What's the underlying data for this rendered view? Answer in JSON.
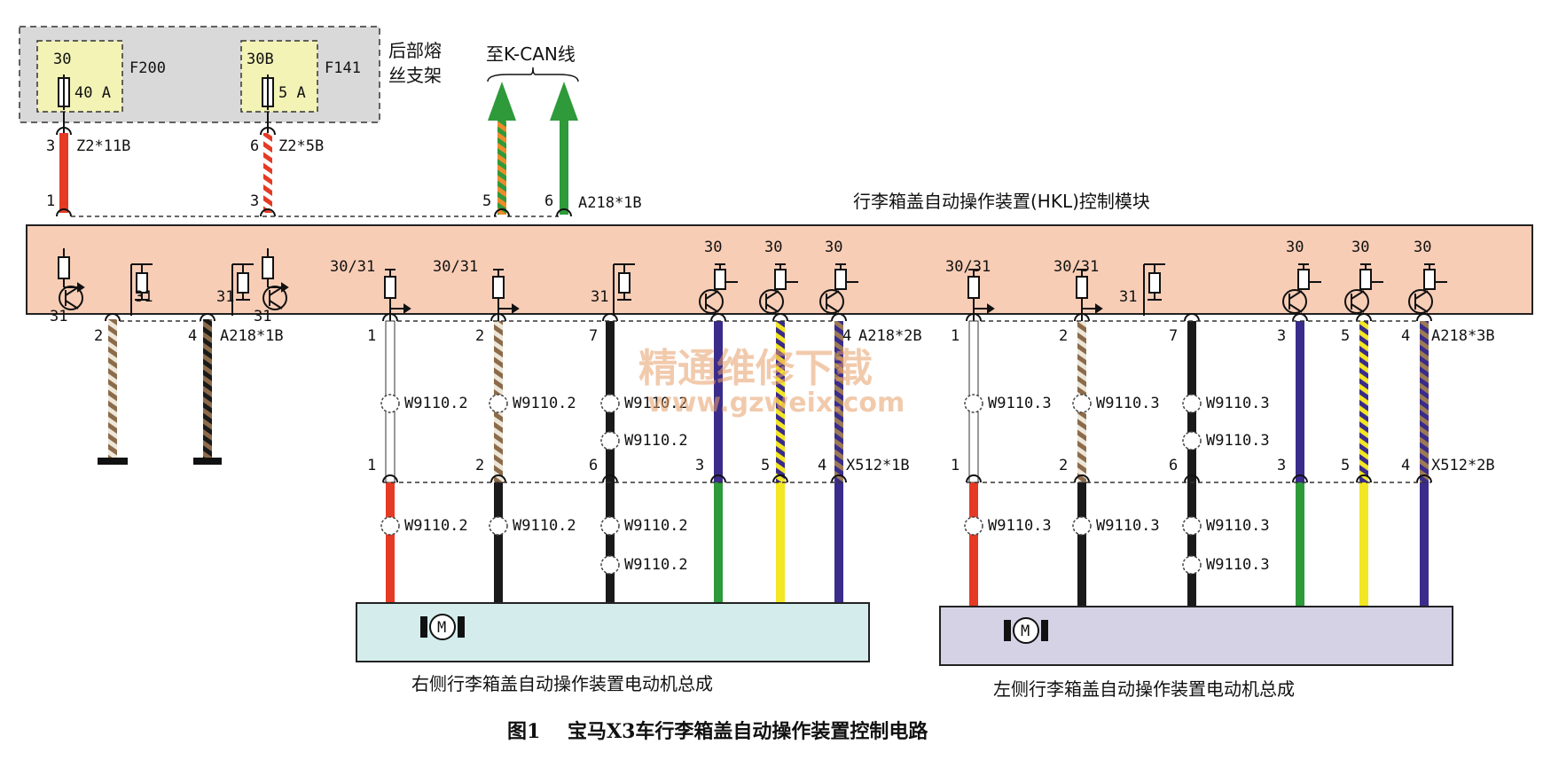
{
  "fuse_box": {
    "label_line1": "后部熔",
    "label_line2": "丝支架",
    "fuses": [
      {
        "terminal": "30",
        "rating": "40 A",
        "id": "F200"
      },
      {
        "terminal": "30B",
        "rating": "5 A",
        "id": "F141"
      }
    ]
  },
  "kcan": {
    "label": "至K-CAN线",
    "pin_left": "5",
    "pin_right": "6",
    "connector": "A218*1B"
  },
  "wires_top": [
    {
      "pin_top": "3",
      "code": "Z2*11B",
      "pin_bottom": "1",
      "color": "#e53a24"
    },
    {
      "pin_top": "6",
      "code": "Z2*5B",
      "pin_bottom": "3",
      "color": "striped-red-white"
    }
  ],
  "module": {
    "title": "行李箱盖自动操作装置(HKL)控制模块",
    "color": "#f8cdb6"
  },
  "labels": {
    "gnd31": "31",
    "v30": "30",
    "v3031": "30/31",
    "a218_1b": "A218*1B",
    "a218_2b": "A218*2B",
    "a218_3b": "A218*3B",
    "x512_1b": "X512*1B",
    "x512_2b": "X512*2B",
    "w1": "W9110.2",
    "w2": "W9110.3"
  },
  "ground_pins": [
    "2",
    "4"
  ],
  "right_pins_top": [
    "1",
    "2",
    "7",
    "3",
    "5",
    "4"
  ],
  "right_pins_mid": [
    "1",
    "2",
    "6",
    "3",
    "5",
    "4"
  ],
  "left_pins_top": [
    "1",
    "2",
    "7",
    "3",
    "5",
    "4"
  ],
  "left_pins_mid": [
    "1",
    "2",
    "6",
    "3",
    "5",
    "4"
  ],
  "motor_label": "M",
  "right_assembly": "右侧行李箱盖自动操作装置电动机总成",
  "left_assembly": "左侧行李箱盖自动操作装置电动机总成",
  "watermark_cn": "精通维修下载",
  "watermark_url": "www.gzweix.com",
  "caption_prefix": "图1",
  "caption": "宝马X3车行李箱盖自动操作装置控制电路"
}
